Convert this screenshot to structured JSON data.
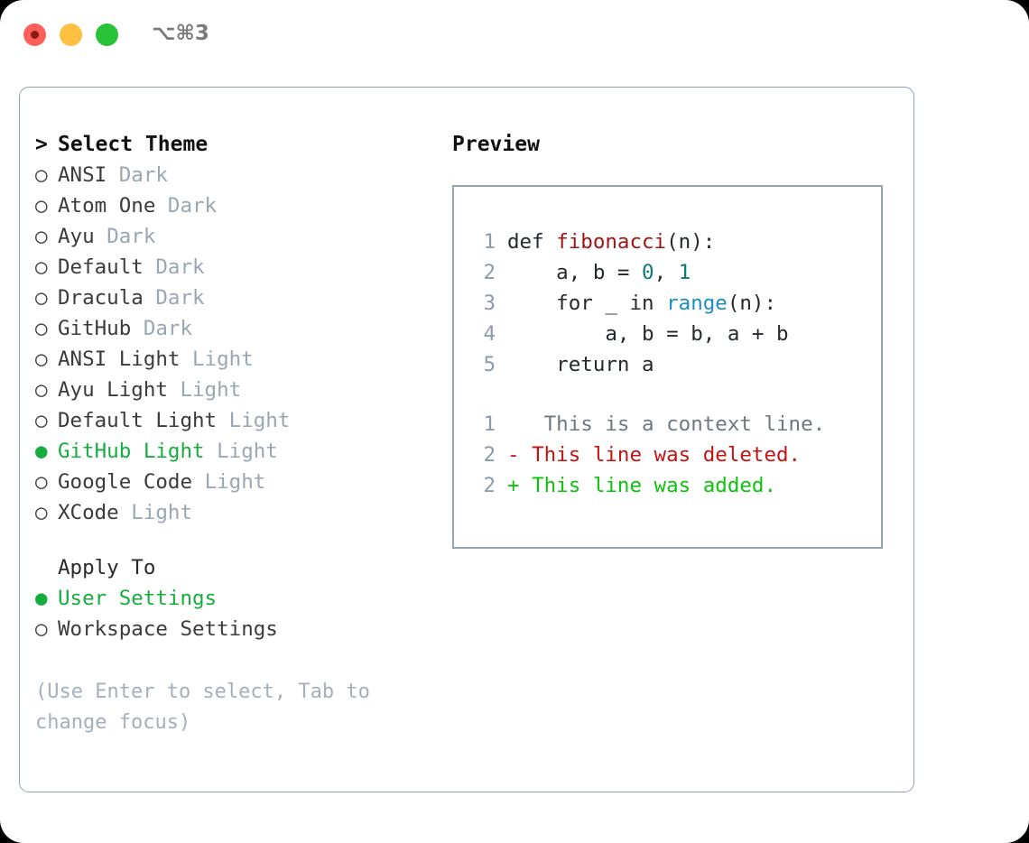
{
  "titlebar": {
    "shortcut": "⌥⌘3",
    "buttons": {
      "close": "close",
      "minimize": "minimize",
      "maximize": "maximize"
    }
  },
  "left": {
    "header_caret": ">",
    "header_label": "Select Theme",
    "bullet_selected": "●",
    "bullet_unselected": "○",
    "themes": [
      {
        "name": "ANSI",
        "kind": "Dark",
        "selected": false
      },
      {
        "name": "Atom One",
        "kind": "Dark",
        "selected": false
      },
      {
        "name": "Ayu",
        "kind": "Dark",
        "selected": false
      },
      {
        "name": "Default",
        "kind": "Dark",
        "selected": false
      },
      {
        "name": "Dracula",
        "kind": "Dark",
        "selected": false
      },
      {
        "name": "GitHub",
        "kind": "Dark",
        "selected": false
      },
      {
        "name": "ANSI Light",
        "kind": "Light",
        "selected": false
      },
      {
        "name": "Ayu Light",
        "kind": "Light",
        "selected": false
      },
      {
        "name": "Default Light",
        "kind": "Light",
        "selected": false
      },
      {
        "name": "GitHub Light",
        "kind": "Light",
        "selected": true
      },
      {
        "name": "Google Code",
        "kind": "Light",
        "selected": false
      },
      {
        "name": "XCode",
        "kind": "Light",
        "selected": false
      }
    ],
    "apply_to_header": "Apply To",
    "apply_to": [
      {
        "label": "User Settings",
        "selected": true
      },
      {
        "label": "Workspace Settings",
        "selected": false
      }
    ],
    "hint": "(Use Enter to select, Tab to change focus)"
  },
  "right": {
    "preview_title": "Preview",
    "code": [
      {
        "n": "1",
        "segments": [
          {
            "t": "def ",
            "cls": "tok-plain"
          },
          {
            "t": "fibonacci",
            "cls": "tok-fn"
          },
          {
            "t": "(n):",
            "cls": "tok-plain"
          }
        ]
      },
      {
        "n": "2",
        "segments": [
          {
            "t": "    a, b = ",
            "cls": "tok-plain"
          },
          {
            "t": "0",
            "cls": "tok-num"
          },
          {
            "t": ", ",
            "cls": "tok-plain"
          },
          {
            "t": "1",
            "cls": "tok-num"
          }
        ]
      },
      {
        "n": "3",
        "segments": [
          {
            "t": "    for _ in ",
            "cls": "tok-plain"
          },
          {
            "t": "range",
            "cls": "tok-builtin"
          },
          {
            "t": "(n):",
            "cls": "tok-plain"
          }
        ]
      },
      {
        "n": "4",
        "segments": [
          {
            "t": "        a, b = b, a + b",
            "cls": "tok-plain"
          }
        ]
      },
      {
        "n": "5",
        "segments": [
          {
            "t": "    return a",
            "cls": "tok-plain"
          }
        ]
      }
    ],
    "diff": [
      {
        "n": "1",
        "marker": " ",
        "text": "  This is a context line.",
        "kind": "context"
      },
      {
        "n": "2",
        "marker": "-",
        "text": " This line was deleted.",
        "kind": "del"
      },
      {
        "n": "2",
        "marker": "+",
        "text": " This line was added.",
        "kind": "add"
      }
    ]
  },
  "colors": {
    "selected_green": "#16ad3f",
    "muted_grey": "#9aa6b3",
    "border": "#97a2b0",
    "diff_add": "#0ec20e",
    "diff_del": "#c31414",
    "token_function": "#a01616",
    "token_number": "#0c7b76",
    "token_builtin": "#1d8ec4",
    "traffic_red": "#fc6058",
    "traffic_yellow": "#fec041",
    "traffic_green": "#2ac236"
  }
}
